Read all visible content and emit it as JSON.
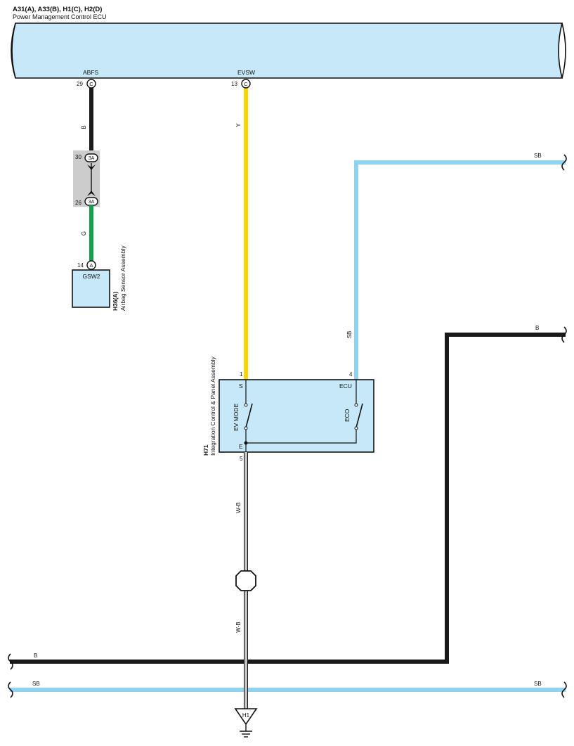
{
  "ecu": {
    "codes": "A31(A), A33(B), H1(C), H2(D)",
    "name": "Power Management Control ECU",
    "pin_abfs": {
      "name": "ABFS",
      "num": "29",
      "conn": "C"
    },
    "pin_evsw": {
      "name": "EVSW",
      "num": "13",
      "conn": "C"
    }
  },
  "wires": {
    "abfs_upper_color": "B",
    "abfs_lower_color": "G",
    "evsw_color": "Y",
    "sb_right_top": "SB",
    "sb_vertical": "SB",
    "b_right_mid": "B",
    "ground_upper": "W-B",
    "ground_lower": "W-B",
    "bus_b_left": "B",
    "bus_sb_left": "SB",
    "bus_sb_right": "SB"
  },
  "connector_3a": {
    "top_num": "30",
    "top_label": "3A",
    "bottom_num": "26",
    "bottom_label": "3A"
  },
  "airbag": {
    "pin_num": "14",
    "pin_conn": "A",
    "terminal": "GSW2",
    "code": "H36(A)",
    "name": "Airbag Sensor Assembly"
  },
  "panel": {
    "code": "H71",
    "name": "Integration Control & Panel Assembly",
    "pin1": "1",
    "pin4": "4",
    "pin5": "5",
    "term_s": "S",
    "term_ecu": "ECU",
    "term_e": "E",
    "sw_ev": "EV MODE",
    "sw_eco": "ECO"
  },
  "ground": {
    "label": "H1"
  },
  "colors": {
    "black_wire": "#1a1a1a",
    "yellow_wire": "#ffd200",
    "green_wire": "#14a04a",
    "sky_blue_wire": "#8fd3f1",
    "component_fill": "#c6e8f8",
    "junction_gray": "#cccccc"
  }
}
